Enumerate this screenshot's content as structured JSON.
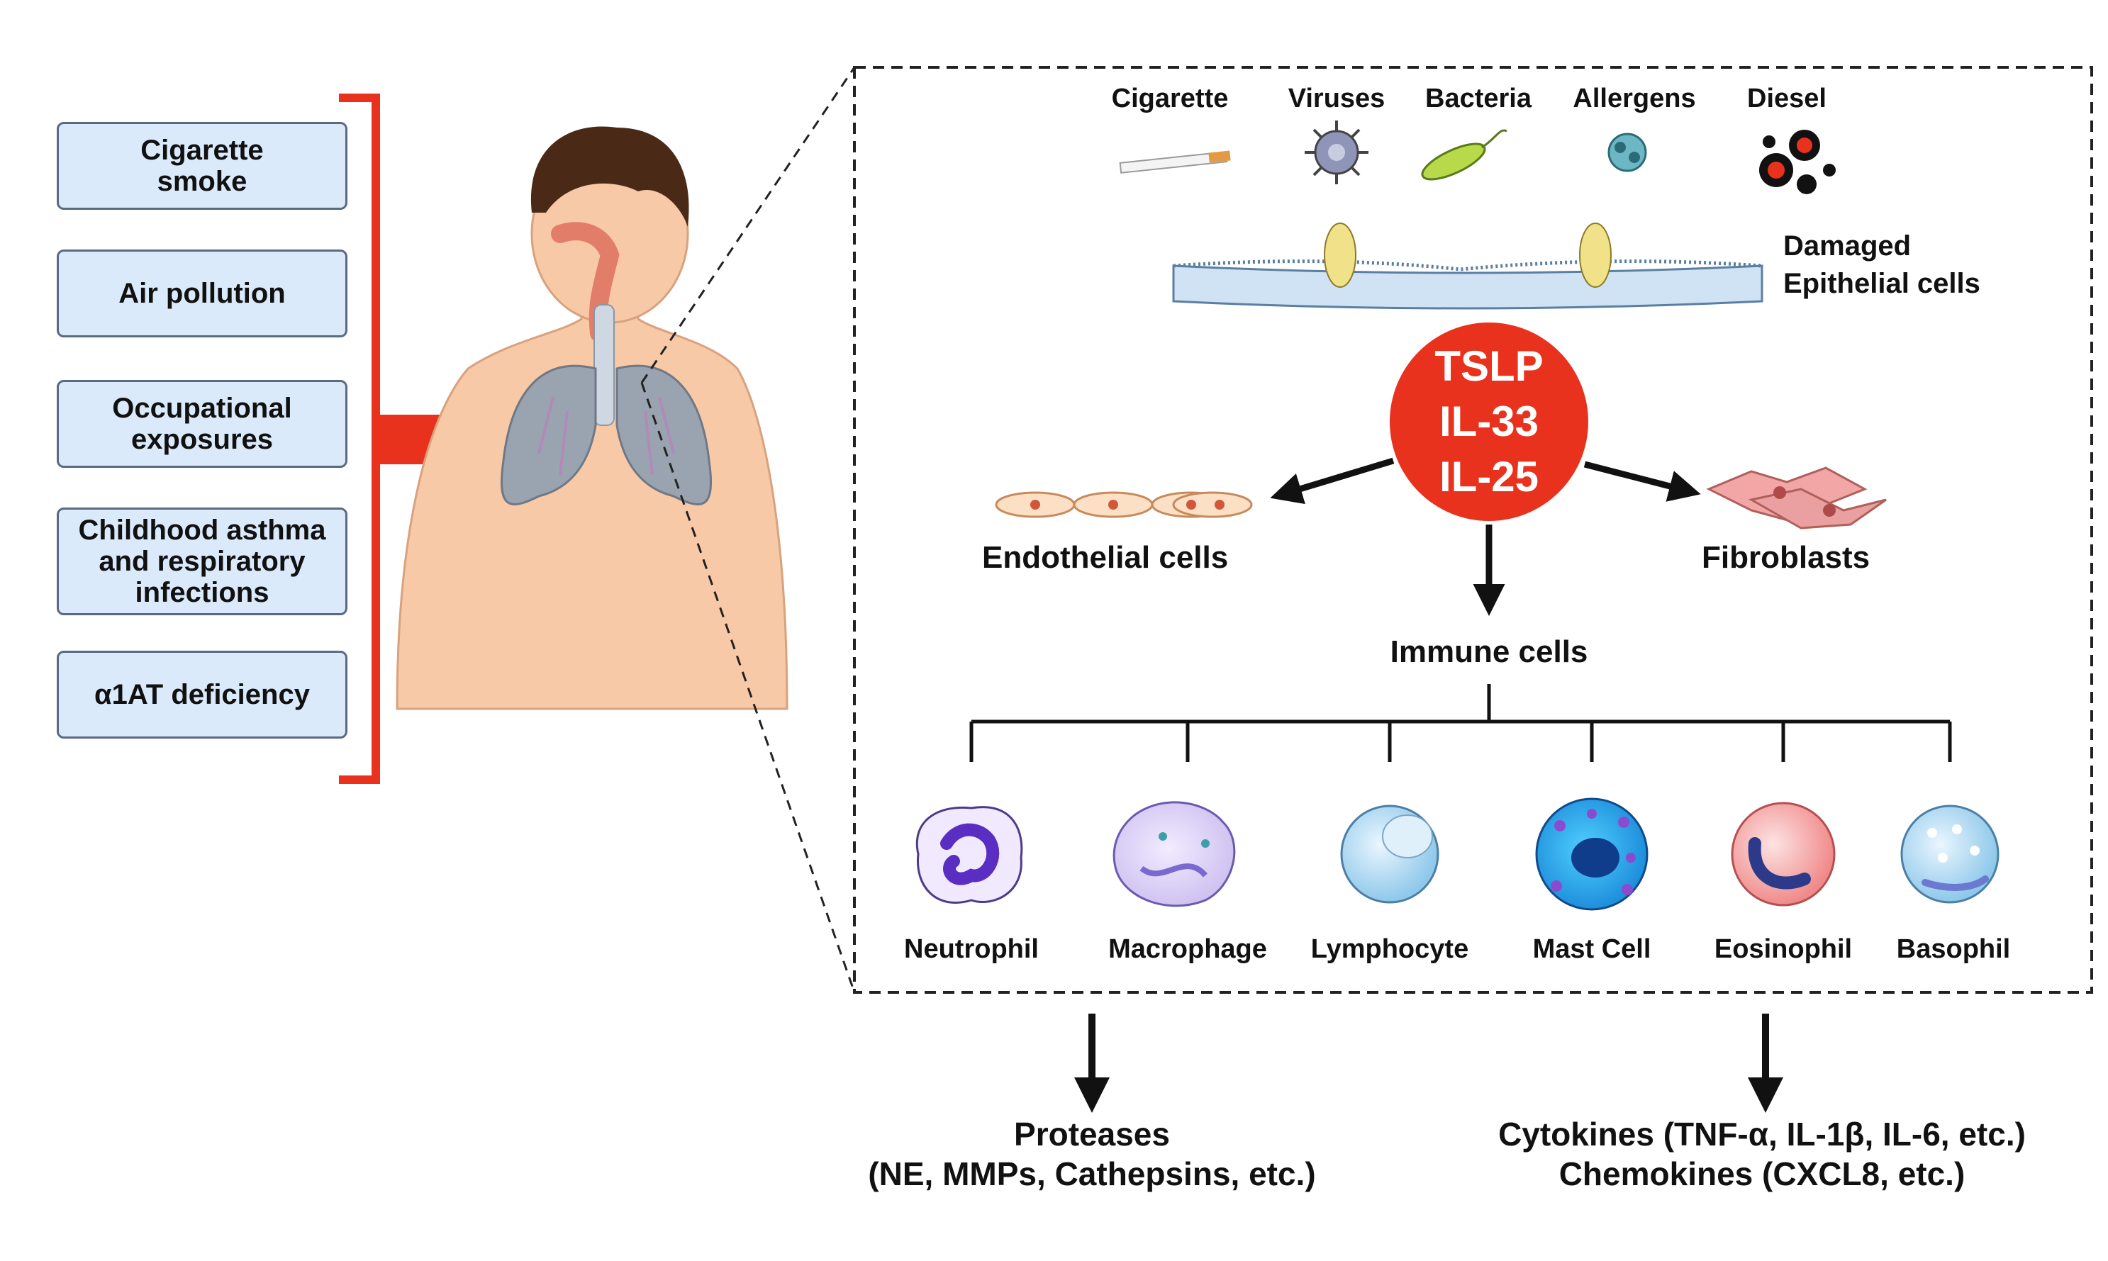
{
  "risk_factors": [
    "Cigarette\nsmoke",
    "Air pollution",
    "Occupational\nexposures",
    "Childhood asthma\nand respiratory\ninfections",
    "α1AT deficiency"
  ],
  "triggers": [
    "Cigarette",
    "Viruses",
    "Bacteria",
    "Allergens",
    "Diesel"
  ],
  "epithelium_label": {
    "line1": "Damaged",
    "line2": "Epithelial  cells"
  },
  "mediators": [
    "TSLP",
    "IL-33",
    "IL-25"
  ],
  "targets": {
    "endothelial": "Endothelial  cells",
    "fibroblasts": "Fibroblasts",
    "immune": "Immune  cells"
  },
  "immune_cells": [
    "Neutrophil",
    "Macrophage",
    "Lymphocyte",
    "Mast  Cell",
    "Eosinophil",
    "Basophil"
  ],
  "outputs": {
    "proteases": "Proteases\n(NE, MMPs, Cathepsins, etc.)",
    "cytokines": "Cytokines (TNF-α, IL-1β, IL-6, etc.)\nChemokines (CXCL8, etc.)"
  },
  "colors": {
    "accent_red": "#e8321e",
    "box_fill": "#dbeafa",
    "skin": "#f7c9a6",
    "lung": "#9aa3b0",
    "dashed_border": "#222222"
  }
}
